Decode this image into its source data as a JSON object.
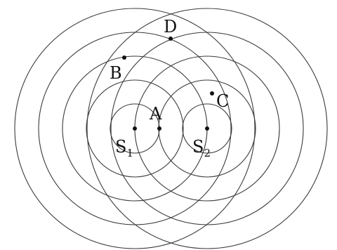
{
  "points": {
    "s1": {
      "main": "S",
      "sub": "1"
    },
    "s2": {
      "main": "S",
      "sub": "2"
    },
    "a": "A",
    "b": "B",
    "c": "C",
    "d": "D"
  }
}
